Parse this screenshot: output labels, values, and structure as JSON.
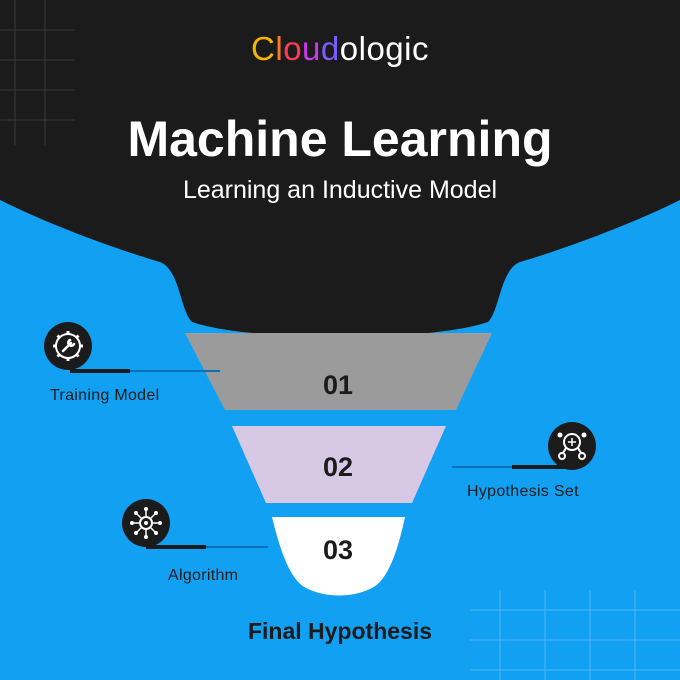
{
  "brand": {
    "logo_colored": "Cloud",
    "logo_rest": "ologic"
  },
  "header": {
    "title": "Machine Learning",
    "subtitle": "Learning an Inductive Model"
  },
  "stages": [
    {
      "number": "01",
      "label": "Training Model",
      "icon": "gear-wrench-icon",
      "color": "#9b9b9b"
    },
    {
      "number": "02",
      "label": "Hypothesis Set",
      "icon": "magnifier-network-icon",
      "color": "#d7c9e6"
    },
    {
      "number": "03",
      "label": "Algorithm",
      "icon": "cog-network-icon",
      "color": "#ffffff"
    }
  ],
  "footer": {
    "final_label": "Final Hypothesis"
  },
  "colors": {
    "background": "#12a1f2",
    "header": "#1b1b1b",
    "accent_line": "#0a6fb3"
  }
}
